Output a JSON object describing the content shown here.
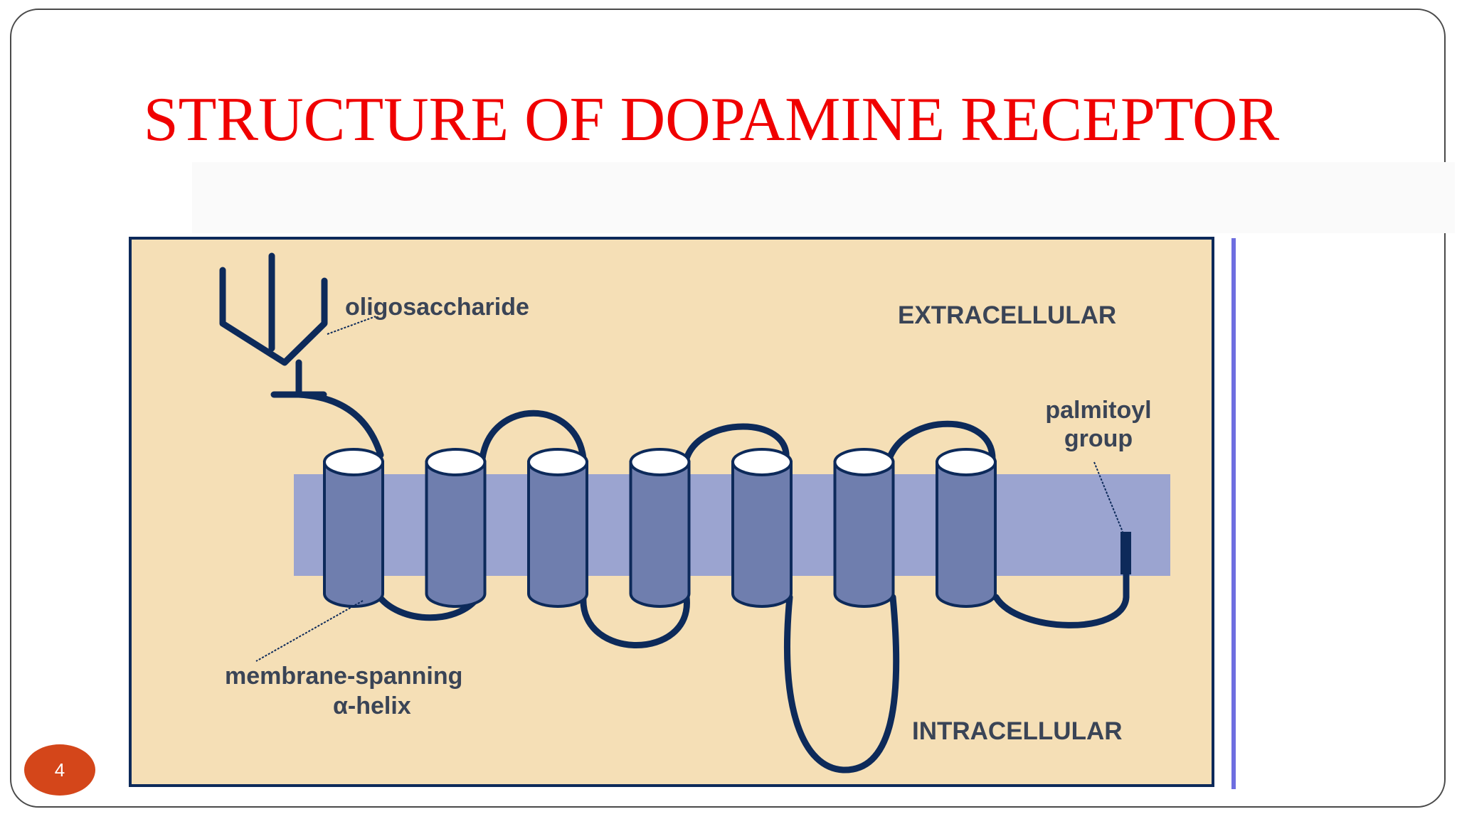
{
  "slide": {
    "title": "STRUCTURE OF DOPAMINE RECEPTOR",
    "page_number": "4"
  },
  "diagram": {
    "labels": {
      "oligosaccharide": "oligosaccharide",
      "extracellular": "EXTRACELLULAR",
      "palmitoyl_line1": "palmitoyl",
      "palmitoyl_line2": "group",
      "membrane_line1": "membrane-spanning",
      "membrane_line2": "α-helix",
      "intracellular": "INTRACELLULAR"
    },
    "helix_count": 7,
    "colors": {
      "background": "#f5dfb6",
      "membrane": "#9ba4d0",
      "helix": "#6f7eae",
      "outline": "#0d2a5a",
      "title": "#f00000",
      "page_badge": "#d4461a",
      "side_rule": "#6e6ee0"
    }
  }
}
